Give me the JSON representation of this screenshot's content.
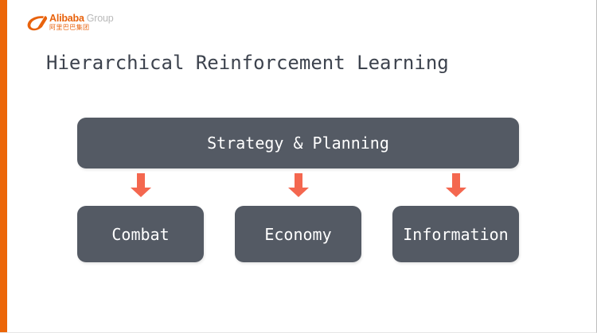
{
  "slide": {
    "background_color": "#ffffff",
    "accent_bar_color": "#ec6608",
    "title": "Hierarchical Reinforcement Learning"
  },
  "logo": {
    "brand": "Alibaba",
    "suffix": "Group",
    "subtitle": "阿里巴巴集团",
    "brand_color": "#e8620c",
    "suffix_color": "#b9b9b9"
  },
  "diagram": {
    "type": "hierarchy",
    "box_color": "#545a64",
    "arrow_color": "#f4674f",
    "text_color": "#ffffff",
    "root": {
      "label": "Strategy & Planning"
    },
    "children": [
      {
        "label": "Combat"
      },
      {
        "label": "Economy"
      },
      {
        "label": "Information"
      }
    ],
    "connectors": [
      {
        "name": "arrow-down-combat"
      },
      {
        "name": "arrow-down-economy"
      },
      {
        "name": "arrow-down-information"
      }
    ]
  }
}
